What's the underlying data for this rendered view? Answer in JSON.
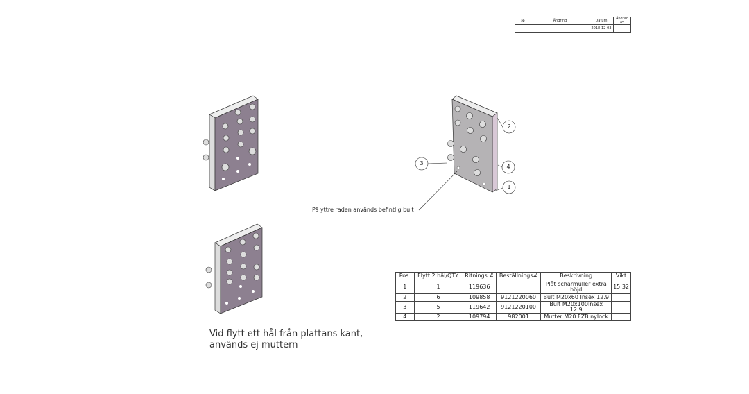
{
  "revision_table": {
    "headers": [
      "№",
      "Ändring",
      "Datum",
      "Ändrad av"
    ],
    "rows": [
      [
        "-",
        "",
        "2018-12-03",
        ""
      ]
    ]
  },
  "bom": {
    "headers": [
      "Pos.",
      "Flytt 2 hål/QTY.",
      "Ritnings #",
      "Beställnings#",
      "Beskrivning",
      "Vikt"
    ],
    "rows": [
      [
        "1",
        "1",
        "119636",
        "",
        "Plåt scharmuller extra höjd",
        "15.32"
      ],
      [
        "2",
        "6",
        "109858",
        "9121220060",
        "Bult M20x60 Insex 12.9",
        ""
      ],
      [
        "3",
        "5",
        "119642",
        "9121220100",
        "Bult M20x100Insex 12.9",
        ""
      ],
      [
        "4",
        "2",
        "109794",
        "982001",
        "Mutter M20 FZB nylock",
        ""
      ]
    ]
  },
  "balloons": [
    "1",
    "2",
    "3",
    "4"
  ],
  "note_bolt": "På yttre raden används befintlig bult",
  "note_hole_line1": "Vid flytt ett hål från plattans kant,",
  "note_hole_line2": "används ej muttern",
  "colors": {
    "plate_purple": "#8d8090",
    "plate_gray": "#b5b3b5",
    "edge_pink": "#d8c8d6"
  }
}
